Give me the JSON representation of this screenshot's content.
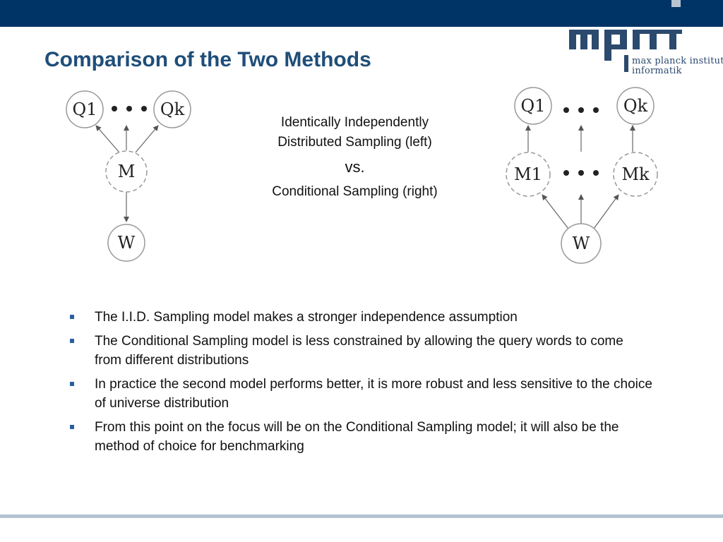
{
  "header": {
    "logo_line1": "max planck institut",
    "logo_line2": "informatik"
  },
  "title": "Comparison of the Two Methods",
  "diagram_left": {
    "nodes": {
      "q1": "Q1",
      "qk": "Qk",
      "m": "M",
      "w": "W"
    }
  },
  "diagram_right": {
    "nodes": {
      "q1": "Q1",
      "qk": "Qk",
      "m1": "M1",
      "mk": "Mk",
      "w": "W"
    }
  },
  "center": {
    "line1": "Identically Independently",
    "line2": "Distributed Sampling (left)",
    "vs": "vs.",
    "line3": "Conditional Sampling (right)"
  },
  "bullets": [
    {
      "text": "The I.I.D. Sampling model makes a stronger independence assumption"
    },
    {
      "text": "The Conditional Sampling model is less constrained by allowing the query words to come from different distributions"
    },
    {
      "text": "In practice the second model performs better, it is more robust and  less sensitive to the choice of universe distribution"
    },
    {
      "text": "From this point on the focus will be on the Conditional Sampling model; it will also be the method of choice for benchmarking"
    }
  ],
  "colors": {
    "header_bar": "#003366",
    "title": "#1f4e79",
    "bullet": "#2a5f9e",
    "footer_rule": "#b2c3d2"
  }
}
